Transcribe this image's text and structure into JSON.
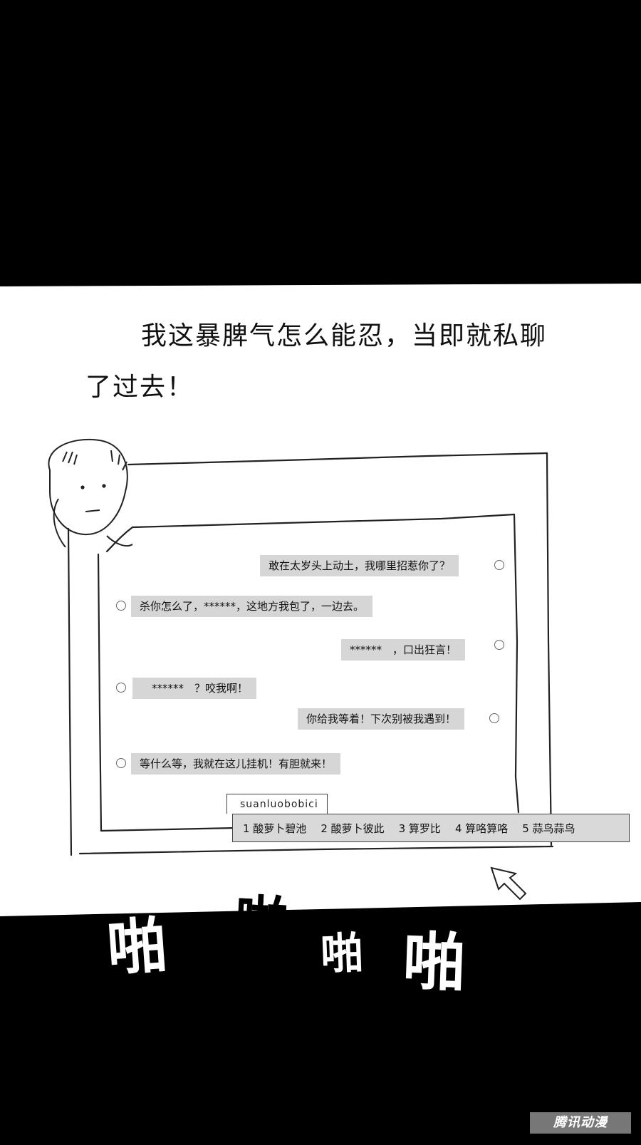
{
  "narration": "我这暴脾气怎么能忍，当即就私聊了过去！",
  "chat": {
    "messages": [
      {
        "side": "right",
        "text": "敢在太岁头上动土，我哪里招惹你了？"
      },
      {
        "side": "left",
        "text": "杀你怎么了，******，这地方我包了，一边去。"
      },
      {
        "side": "right",
        "text": "******　，口出狂言！"
      },
      {
        "side": "left",
        "text": "　******　？咬我啊！"
      },
      {
        "side": "right",
        "text": "你给我等着！下次别被我遇到！"
      },
      {
        "side": "left",
        "text": "等什么等，我就在这儿挂机！有胆就来！"
      }
    ]
  },
  "ime": {
    "input": "suanluobobici",
    "candidates": [
      "1 酸萝卜碧池",
      "2 酸萝卜彼此",
      "3 算罗比",
      "4 算咯算咯",
      "5 蒜鸟蒜鸟"
    ]
  },
  "sfx": [
    "啪",
    "啪",
    "啪",
    "啪"
  ],
  "watermark": "腾讯动漫",
  "icons": {
    "cursor": "mouse-pointer-icon",
    "status": "status-ring-icon"
  }
}
